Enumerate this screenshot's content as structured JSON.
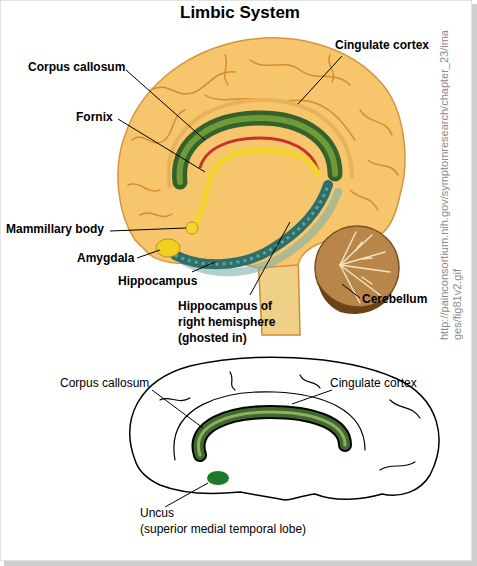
{
  "diagram": {
    "title": "Limbic System",
    "labels": [
      "Corpus callosum",
      "Cingulate cortex",
      "Fornix",
      "Mammillary body",
      "Amygdala",
      "Hippocampus",
      "Hippocampus of right hemisphere (ghosted in)",
      "Cerebellum",
      "http://painconsortium.nih.gov/symptomresearch/chapter_23/images/fig81v2.gif",
      "Corpus callosum",
      "Cingulate cortex",
      "Uncus",
      "(superior medial temporal lobe)"
    ]
  }
}
